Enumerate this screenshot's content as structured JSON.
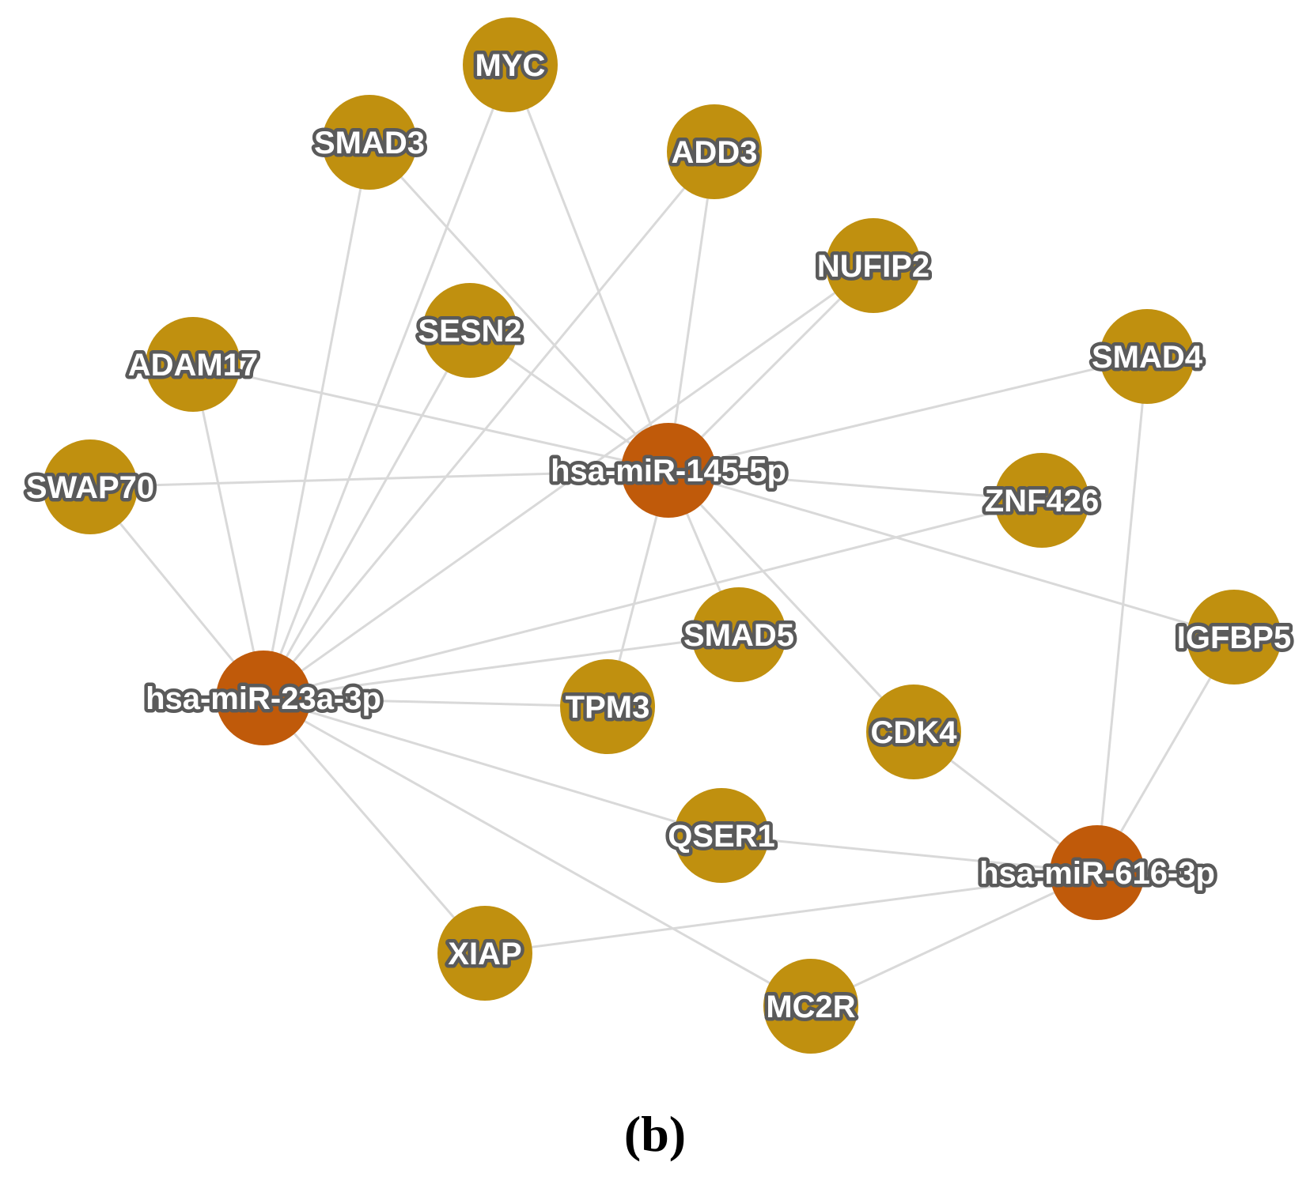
{
  "diagram": {
    "colors": {
      "gene": "#c0900f",
      "mirna": "#c05a0a",
      "edge": "#d9d9d9",
      "label_outline": "#5a5a5a",
      "label_text": "#ffffff"
    },
    "nodes": [
      {
        "id": "MYC",
        "label": "MYC",
        "kind": "gene"
      },
      {
        "id": "SMAD3",
        "label": "SMAD3",
        "kind": "gene"
      },
      {
        "id": "ADD3",
        "label": "ADD3",
        "kind": "gene"
      },
      {
        "id": "NUFIP2",
        "label": "NUFIP2",
        "kind": "gene"
      },
      {
        "id": "SESN2",
        "label": "SESN2",
        "kind": "gene"
      },
      {
        "id": "ADAM17",
        "label": "ADAM17",
        "kind": "gene"
      },
      {
        "id": "SMAD4",
        "label": "SMAD4",
        "kind": "gene"
      },
      {
        "id": "SWAP70",
        "label": "SWAP70",
        "kind": "gene"
      },
      {
        "id": "ZNF426",
        "label": "ZNF426",
        "kind": "gene"
      },
      {
        "id": "IGFBP5",
        "label": "IGFBP5",
        "kind": "gene"
      },
      {
        "id": "SMAD5",
        "label": "SMAD5",
        "kind": "gene"
      },
      {
        "id": "TPM3",
        "label": "TPM3",
        "kind": "gene"
      },
      {
        "id": "CDK4",
        "label": "CDK4",
        "kind": "gene"
      },
      {
        "id": "QSER1",
        "label": "QSER1",
        "kind": "gene"
      },
      {
        "id": "XIAP",
        "label": "XIAP",
        "kind": "gene"
      },
      {
        "id": "MC2R",
        "label": "MC2R",
        "kind": "gene"
      },
      {
        "id": "miR145",
        "label": "hsa-miR-145-5p",
        "kind": "mirna"
      },
      {
        "id": "miR23a",
        "label": "hsa-miR-23a-3p",
        "kind": "mirna"
      },
      {
        "id": "miR616",
        "label": "hsa-miR-616-3p",
        "kind": "mirna"
      }
    ],
    "edges": [
      [
        "miR145",
        "MYC"
      ],
      [
        "miR145",
        "SMAD3"
      ],
      [
        "miR145",
        "SESN2"
      ],
      [
        "miR145",
        "ADAM17"
      ],
      [
        "miR145",
        "SWAP70"
      ],
      [
        "miR145",
        "NUFIP2"
      ],
      [
        "miR145",
        "SMAD4"
      ],
      [
        "miR145",
        "ZNF426"
      ],
      [
        "miR145",
        "IGFBP5"
      ],
      [
        "miR145",
        "SMAD5"
      ],
      [
        "miR145",
        "CDK4"
      ],
      [
        "miR145",
        "TPM3"
      ],
      [
        "miR23a",
        "MYC"
      ],
      [
        "miR23a",
        "SMAD3"
      ],
      [
        "miR23a",
        "ADD3"
      ],
      [
        "miR23a",
        "SESN2"
      ],
      [
        "miR23a",
        "ADAM17"
      ],
      [
        "miR23a",
        "SWAP70"
      ],
      [
        "miR23a",
        "NUFIP2"
      ],
      [
        "miR23a",
        "ZNF426"
      ],
      [
        "miR23a",
        "SMAD5"
      ],
      [
        "miR23a",
        "TPM3"
      ],
      [
        "miR23a",
        "QSER1"
      ],
      [
        "miR23a",
        "XIAP"
      ],
      [
        "miR23a",
        "MC2R"
      ],
      [
        "miR145",
        "ADD3"
      ],
      [
        "miR616",
        "SMAD4"
      ],
      [
        "miR616",
        "IGFBP5"
      ],
      [
        "miR616",
        "CDK4"
      ],
      [
        "miR616",
        "QSER1"
      ],
      [
        "miR616",
        "XIAP"
      ],
      [
        "miR616",
        "MC2R"
      ]
    ]
  },
  "caption": "(b)"
}
